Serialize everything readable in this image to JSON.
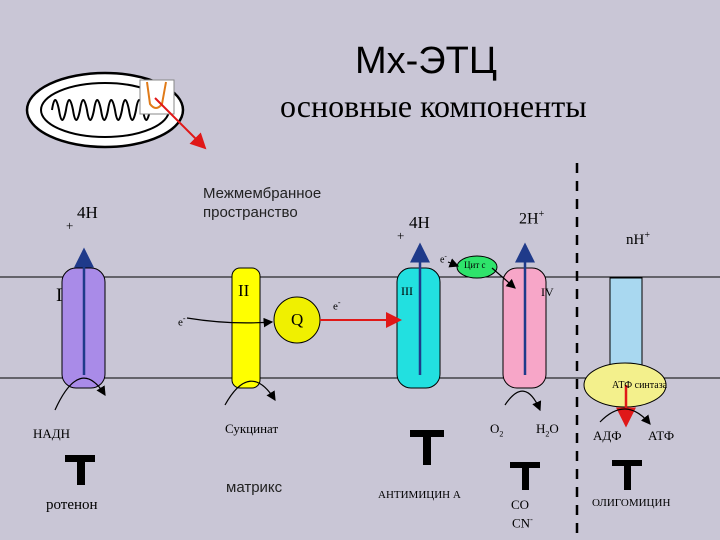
{
  "title": "Мх-ЭТЦ",
  "subtitle": "основные компоненты",
  "intermembrane_label_line1": "Межмембранное",
  "intermembrane_label_line2": "пространство",
  "matrix_label": "матрикс",
  "complexes": {
    "c1": "I",
    "c2": "II",
    "c3": "III",
    "c4": "IV",
    "cyt_c": "Цит с",
    "q": "Q",
    "atp_synthase": "АТФ синтаза"
  },
  "protons": {
    "c1_plus": "+",
    "c1_4h": "4H",
    "c3_plus": "+",
    "c3_4h": "4H",
    "c4_2h": "2H",
    "c4_sup": "+",
    "nh": "nH",
    "nh_sup": "+"
  },
  "electrons": {
    "e1": "e",
    "e1_sup": "-",
    "e2": "e",
    "e2_sup": "-",
    "e3": "e",
    "e3_sup": "-"
  },
  "substrates": {
    "nadh": "НАДН",
    "succinate": "Сукцинат",
    "o2": "O",
    "o2_sub": "2",
    "h2o_h": "H",
    "h2o_sub": "2",
    "h2o_o": "O",
    "adp": "АДФ",
    "atp": "АТФ"
  },
  "inhibitors": {
    "rotenone": "ротенон",
    "antimycin": "АНТИМИЦИН А",
    "co": "CO",
    "cn": "CN",
    "cn_sup": "-",
    "oligomycin": "ОЛИГОМИЦИН"
  },
  "colors": {
    "background": "#c9c6d6",
    "complex_i": "#a98be8",
    "complex_ii": "#ffff00",
    "complex_iii": "#22e0e0",
    "complex_iv": "#f7a6c8",
    "atp_synthase_stem": "#a9d8f0",
    "atp_synthase_head": "#f3f08c",
    "membrane": "#000000",
    "arrow_red": "#e01818",
    "channel": "#1f3a8a"
  }
}
